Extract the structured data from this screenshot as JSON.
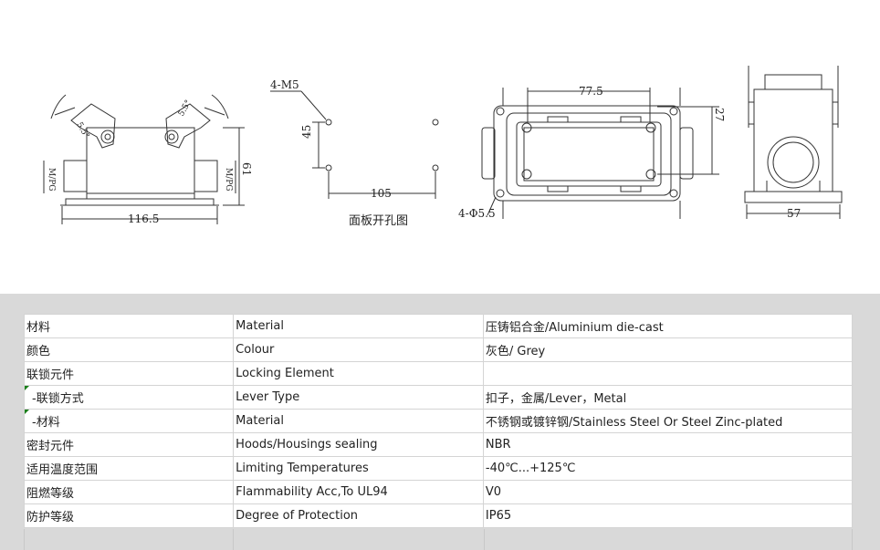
{
  "drawing": {
    "left_view": {
      "width_label": "116.5",
      "height_label": "61",
      "thread_left": "M/PG",
      "thread_right": "M/PG",
      "angle_left": "5.5°",
      "angle_right": "5.5°"
    },
    "panel_cutout": {
      "hole_label": "4-M5",
      "vertical_label": "45",
      "horizontal_label": "105",
      "caption": "面板开孔图"
    },
    "top_view": {
      "width_label": "77.5",
      "height_label": "27",
      "hole_label": "4-Φ5.5"
    },
    "side_view": {
      "width_label": "57"
    }
  },
  "spec_table": {
    "rows": [
      {
        "zh": "材料",
        "en": "Material",
        "value": "压铸铝合金/Aluminium die-cast",
        "sub": false
      },
      {
        "zh": "颜色",
        "en": "Colour",
        "value": "灰色/ Grey",
        "sub": false
      },
      {
        "zh": "联锁元件",
        "en": "Locking Element",
        "value": "",
        "sub": false
      },
      {
        "zh": "-联锁方式",
        "en": "Lever Type",
        "value": "扣子，金属/Lever，Metal",
        "sub": true
      },
      {
        "zh": "-材料",
        "en": "Material",
        "value": "不锈钢或镀锌钢/Stainless Steel Or Steel Zinc-plated",
        "sub": true
      },
      {
        "zh": "密封元件",
        "en": "Hoods/Housings sealing",
        "value": "NBR",
        "sub": false
      },
      {
        "zh": "适用温度范围",
        "en": "Limiting Temperatures",
        "value": "-40℃...+125℃",
        "sub": false
      },
      {
        "zh": "阻燃等级",
        "en": "Flammability Acc,To UL94",
        "value": "V0",
        "sub": false
      },
      {
        "zh": "防护等级",
        "en": "Degree of Protection",
        "value": "IP65",
        "sub": false
      }
    ]
  }
}
